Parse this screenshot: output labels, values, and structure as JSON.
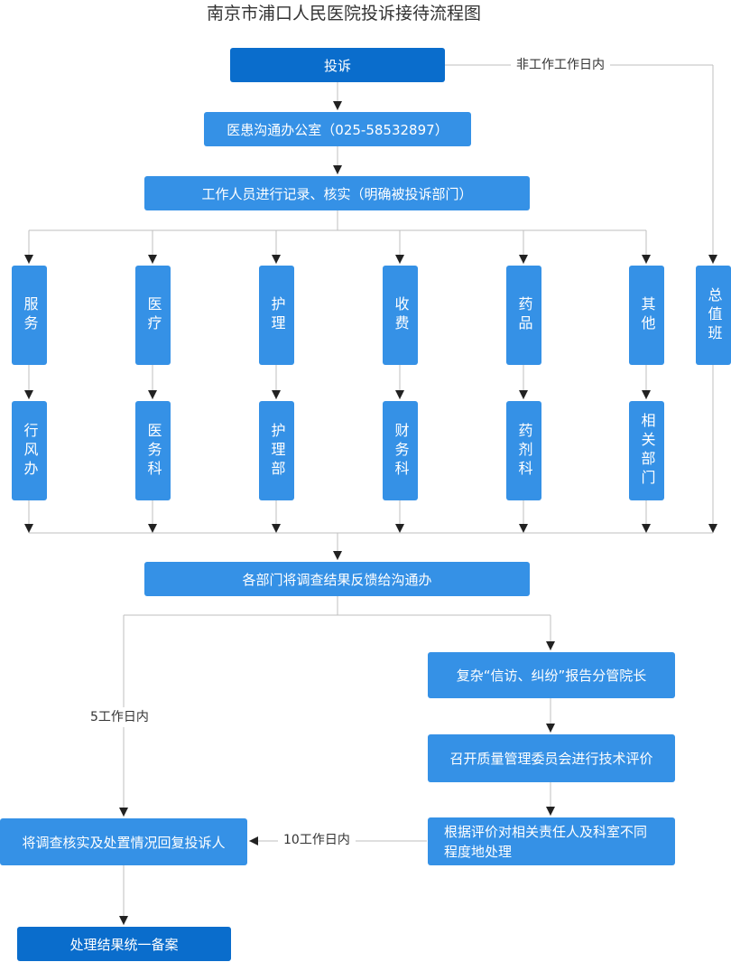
{
  "title": "南京市浦口人民医院投诉接待流程图",
  "nodes": {
    "complaint": "投诉",
    "office": "医患沟通办公室（025-58532897）",
    "record": "工作人员进行记录、核实（明确被投诉部门）",
    "categories": [
      "服务",
      "医疗",
      "护理",
      "收费",
      "药品",
      "其他"
    ],
    "duty": "总值班",
    "departments": [
      "行风办",
      "医务科",
      "护理部",
      "财务科",
      "药剂科",
      "相关部门"
    ],
    "feedback": "各部门将调查结果反馈给沟通办",
    "complex": "复杂“信访、纠纷”报告分管院长",
    "committee": "召开质量管理委员会进行技术评价",
    "punish": "根据评价对相关责任人及科室不同程度地处理",
    "reply": "将调查核实及处置情况回复投诉人",
    "archive": "处理结果统一备案"
  },
  "labels": {
    "non_working": "非工作工作日内",
    "five_days": "5工作日内",
    "ten_days": "10工作日内"
  },
  "colors": {
    "primary": "#0a6dcc",
    "secondary": "#3591e6",
    "line": "#bfbfbf",
    "arrow": "#222222"
  }
}
